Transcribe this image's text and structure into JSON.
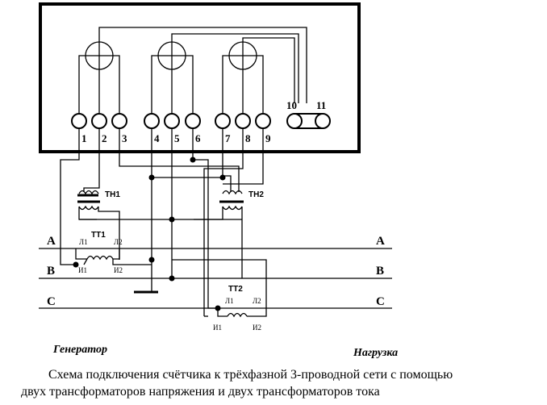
{
  "diagram": {
    "terminals": [
      "1",
      "2",
      "3",
      "4",
      "5",
      "6",
      "7",
      "8",
      "9",
      "10",
      "11"
    ],
    "voltage_transformers": [
      "ТН1",
      "ТН2"
    ],
    "current_transformers": [
      "ТТ1",
      "ТТ2"
    ],
    "ct_terminals": {
      "l1": "Л1",
      "l2": "Л2",
      "i1": "И1",
      "i2": "И2"
    },
    "phases_left": [
      "A",
      "B",
      "C"
    ],
    "phases_right": [
      "A",
      "B",
      "C"
    ],
    "generator": "Генератор",
    "load": "Нагрузка"
  },
  "caption": {
    "line1": "Схема подключения счётчика к трёхфазной 3-проводной сети с помощью",
    "line2": "двух трансформаторов напряжения и двух трансформаторов тока"
  }
}
